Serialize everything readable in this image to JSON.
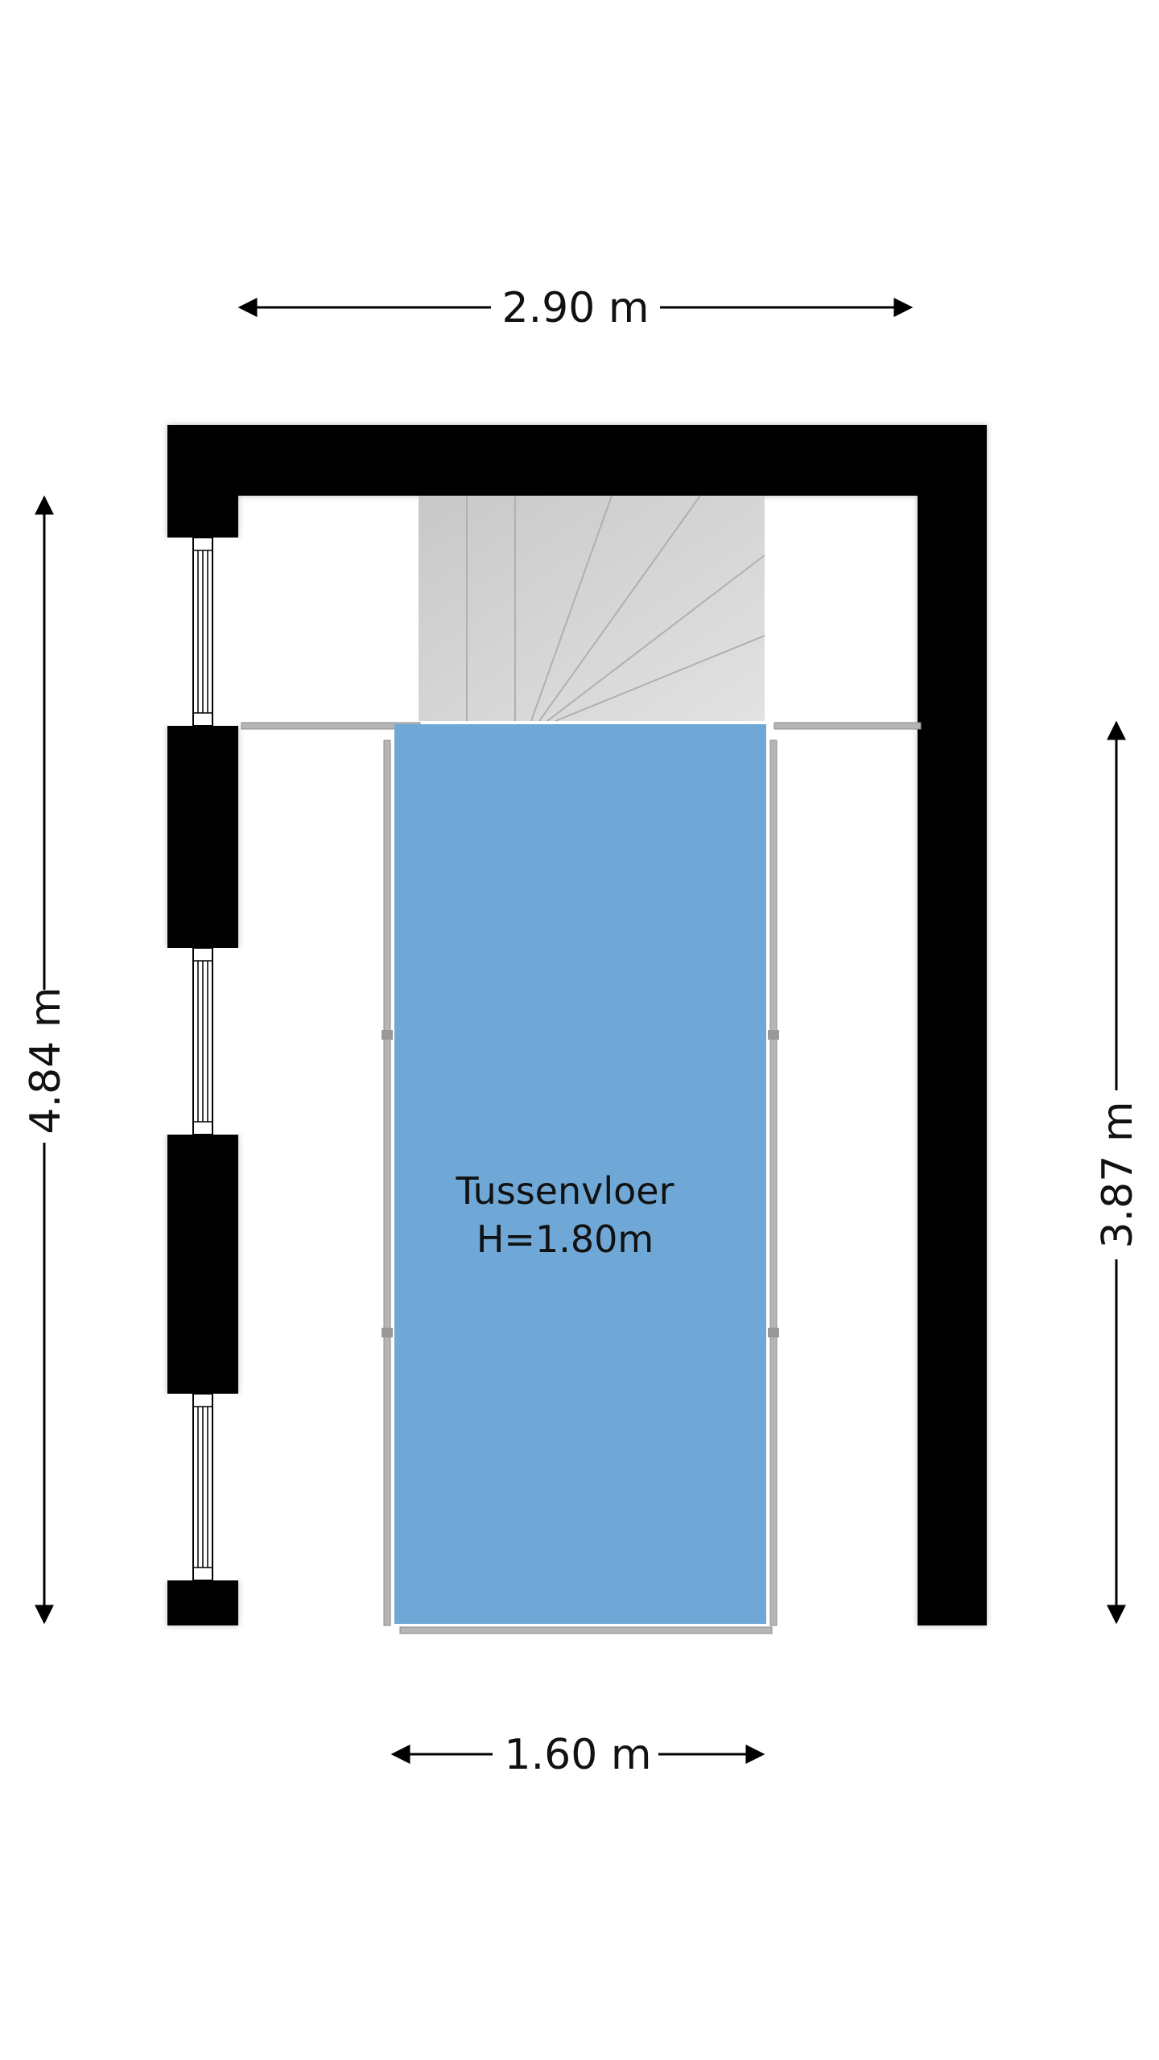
{
  "room": {
    "name": "Tussenvloer",
    "height_label": "H=1.80m",
    "fill_color": "#6fa8d6"
  },
  "dimensions": {
    "top_width": "2.90 m",
    "left_length": "4.84 m",
    "right_length": "3.87 m",
    "bottom_width": "1.60 m"
  },
  "colors": {
    "wall": "#000000",
    "stair": "#d6d6d6",
    "railing": "#a8a8a8"
  }
}
